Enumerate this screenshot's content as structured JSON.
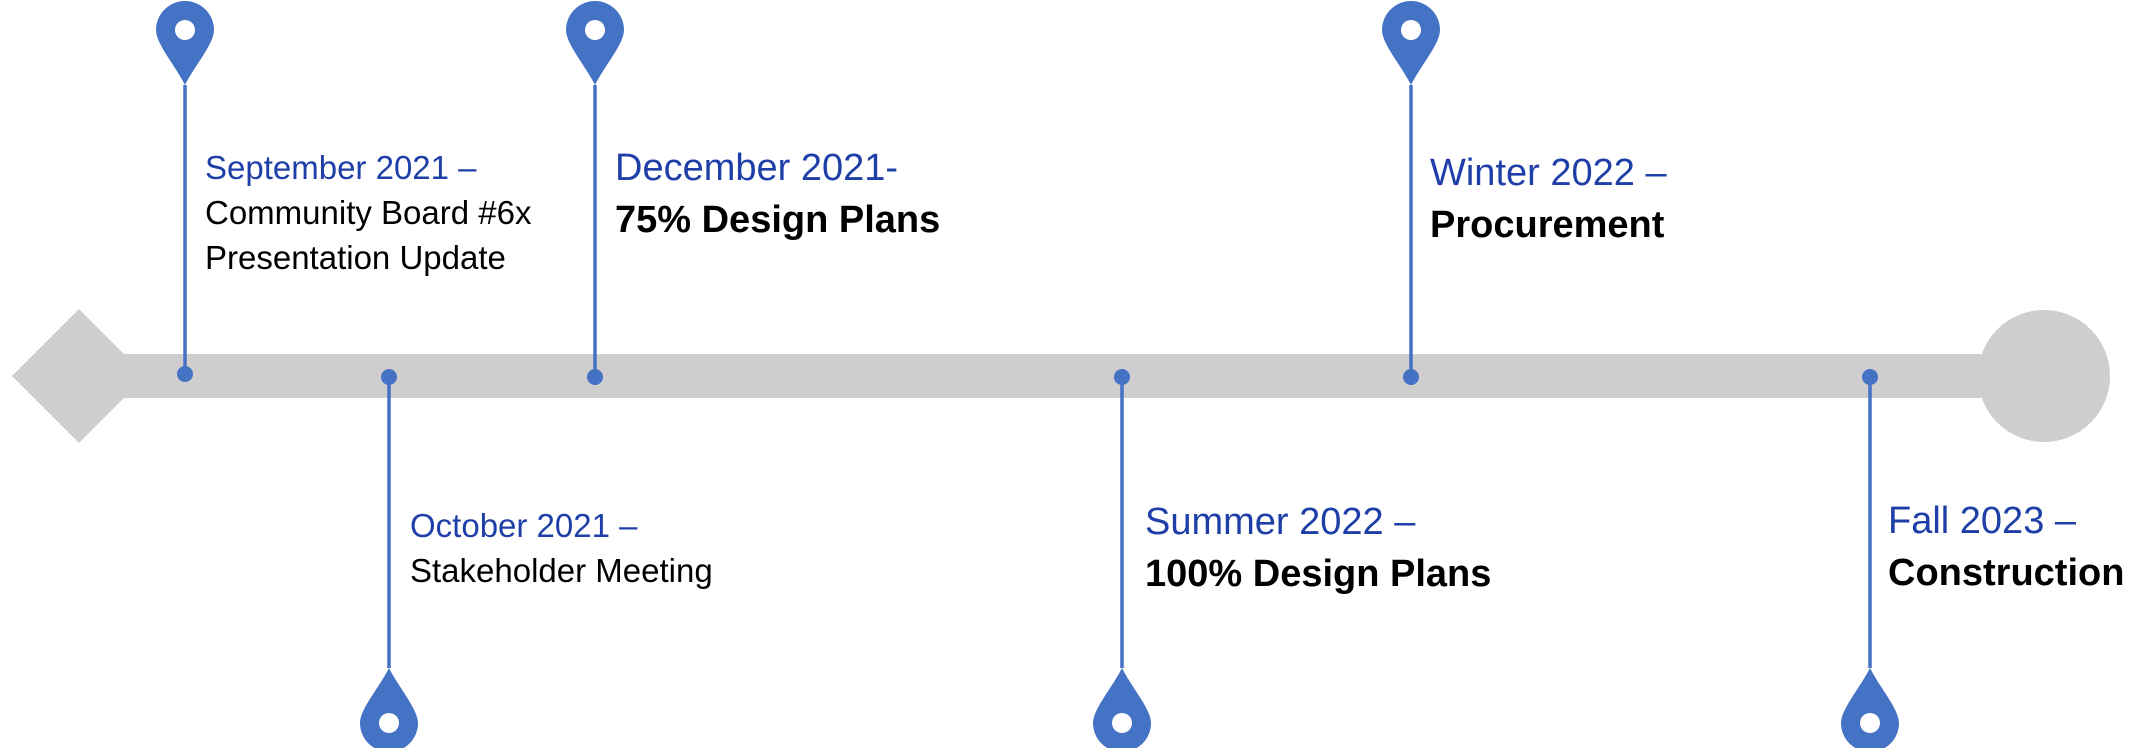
{
  "colors": {
    "track": "#cfcdcd",
    "pin": "#4472c4",
    "date_text": "#1f3fa8",
    "desc_text": "#000000"
  },
  "milestones": [
    {
      "date": "September 2021 –",
      "desc_lines": [
        "Community Board #6x",
        "Presentation Update"
      ],
      "position": "above",
      "emphasis": false
    },
    {
      "date": "October 2021 –",
      "desc_lines": [
        "Stakeholder Meeting"
      ],
      "position": "below",
      "emphasis": false
    },
    {
      "date": "December 2021-",
      "desc_lines": [
        "75% Design Plans"
      ],
      "position": "above",
      "emphasis": true
    },
    {
      "date": "Summer 2022 –",
      "desc_lines": [
        "100% Design Plans"
      ],
      "position": "below",
      "emphasis": true
    },
    {
      "date": "Winter 2022 –",
      "desc_lines": [
        "Procurement"
      ],
      "position": "above",
      "emphasis": true
    },
    {
      "date": "Fall 2023 –",
      "desc_lines": [
        "Construction"
      ],
      "position": "below",
      "emphasis": true
    }
  ]
}
